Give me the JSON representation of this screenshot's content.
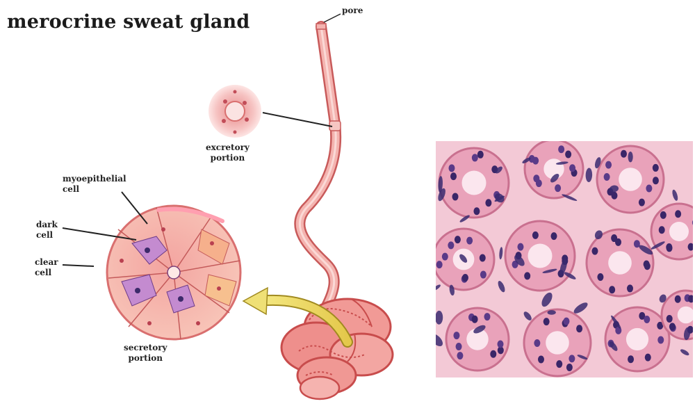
{
  "title": "merocrine sweat gland",
  "labels": {
    "pore": "pore",
    "excretory": [
      "excretory",
      "portion"
    ],
    "myoepithelial": [
      "myoepithelial",
      "cell"
    ],
    "dark": [
      "dark",
      "cell"
    ],
    "clear": [
      "clear",
      "cell"
    ],
    "secretory": [
      "secretory",
      "portion"
    ]
  },
  "colors": {
    "tissue_pink": "#f2a6a3",
    "tissue_dark": "#d8605e",
    "dark_cell": "#c48bd0",
    "nucleus": "#3c2a6a",
    "arrow": "#f0e06a",
    "micro_bg": "#f3c9d6"
  }
}
